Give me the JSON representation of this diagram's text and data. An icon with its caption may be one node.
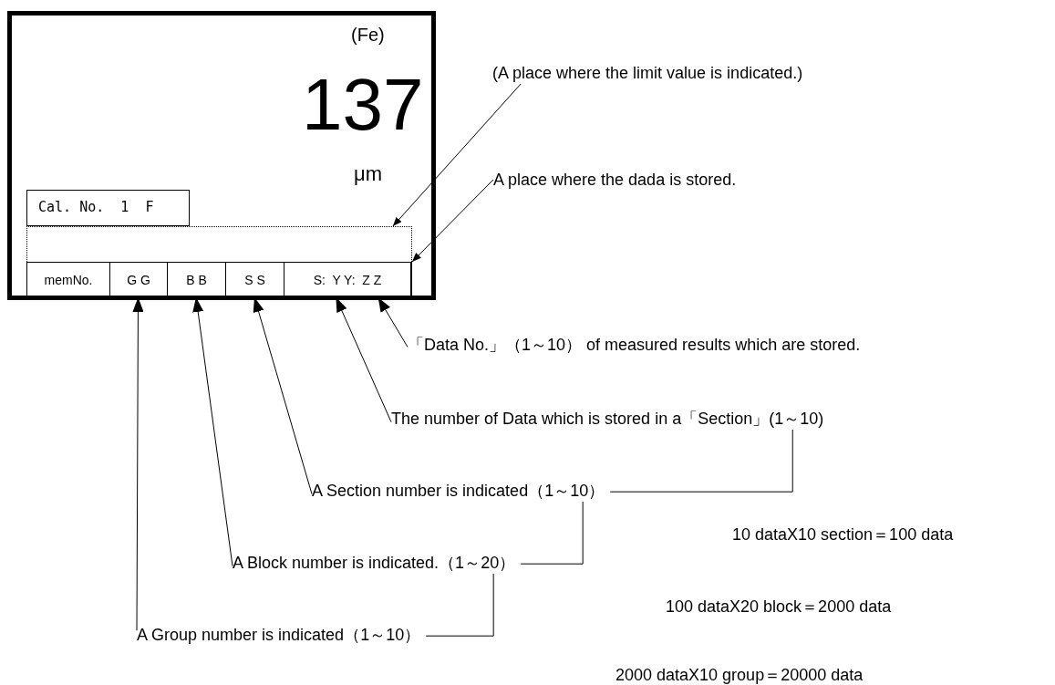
{
  "diagram": {
    "nodes": [
      {
        "text": [
          "(Fe)",
          "137",
          "μm"
        ]
      },
      {
        "text": [
          "Cal. No.  1  F"
        ],
        "in": 0
      },
      {
        "text": [],
        "shape": "box",
        "in": 0
      },
      {
        "text": [],
        "shape": "bar",
        "in": 0
      },
      {
        "text": [
          "memNo."
        ],
        "in": 3
      },
      {
        "text": [
          "G G"
        ],
        "in": 3
      },
      {
        "text": [
          "B B"
        ],
        "in": 3
      },
      {
        "text": [
          "S S"
        ],
        "in": 3
      },
      {
        "text": [
          "S:  Y Y:  Z Z"
        ],
        "in": 3
      },
      {
        "text": [
          "(A place where the limit value is indicated.)"
        ]
      },
      {
        "text": [
          "A place where the dada is stored."
        ]
      },
      {
        "text": [
          "「Data No.」（1～10） of measured results which are stored."
        ]
      },
      {
        "text": [
          "The number of Data which is stored in a「Section」(1～10)"
        ]
      },
      {
        "text": [
          "A Section number is indicated（1～10）"
        ]
      },
      {
        "text": [
          "A Block number is indicated.（1～20）"
        ]
      },
      {
        "text": [
          "A Group number is indicated（1～10）"
        ]
      }
    ],
    "edges": [
      {
        "from": 9,
        "to": 2,
        "arrow": "to"
      },
      {
        "from": 10,
        "to": 3,
        "arrow": "to"
      },
      {
        "from": 11,
        "to": 8,
        "arrow": "to"
      },
      {
        "from": 12,
        "to": 8,
        "arrow": "to"
      },
      {
        "from": 13,
        "to": 7,
        "arrow": "to"
      },
      {
        "from": 14,
        "to": 6,
        "arrow": "to"
      },
      {
        "from": 15,
        "to": 5,
        "arrow": "to"
      },
      {
        "from": 12,
        "to": 13,
        "arrow": "none"
      },
      {
        "from": 13,
        "to": 14,
        "arrow": "none"
      },
      {
        "from": 14,
        "to": 15,
        "arrow": "none"
      }
    ],
    "labels": [
      "10 dataX10 section＝100 data",
      "100 dataX20 block＝2000 data",
      "2000 dataX10 group＝20000 data"
    ]
  }
}
